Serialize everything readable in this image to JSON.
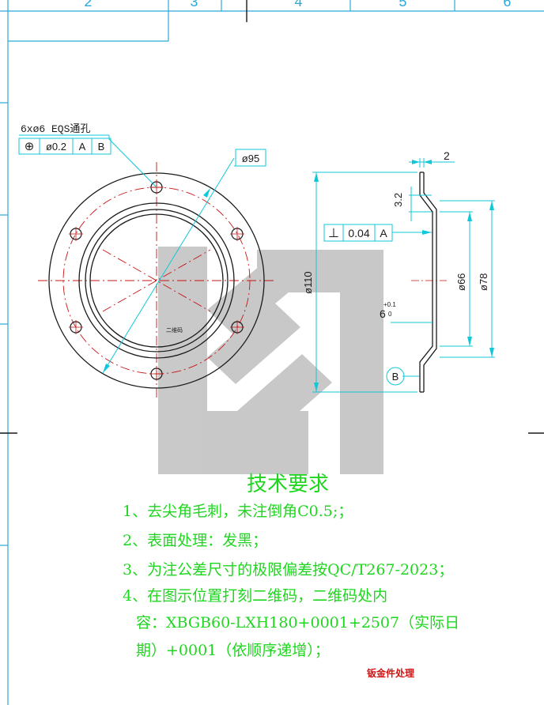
{
  "border": {
    "zones": [
      "2",
      "3",
      "4",
      "5",
      "6"
    ]
  },
  "front_view": {
    "hole_note": "6xø6 EQS通孔",
    "fcf_hole": {
      "symbol": "⊕",
      "tolerance": "ø0.2",
      "datum1": "A",
      "datum2": "B"
    },
    "dim_bolt_circle": "ø95",
    "qr_label": "二维码"
  },
  "side_view": {
    "dim_thickness": "2",
    "dim_offset": "3.2",
    "fcf_perp": {
      "symbol": "⊥",
      "tolerance": "0.04",
      "datum": "A"
    },
    "dim_outer": "ø110",
    "dim_inner": "ø66",
    "dim_flange": "ø78",
    "dim_height": "6",
    "dim_height_tol_upper": "+0.1",
    "dim_height_tol_lower": "0",
    "datum_b": "B"
  },
  "requirements": {
    "title": "技术要求",
    "items": [
      "1、去尖角毛刺，未注倒角C0.5;；",
      "2、表面处理：发黑；",
      "3、为注公差尺寸的极限偏差按QC/T267-2023；",
      "4、在图示位置打刻二维码，二维码处内",
      "容：XBGB60-LXH180+0001+2507（实际日",
      "期）+0001（依顺序递增）；"
    ]
  },
  "stamp": "钣金件处理",
  "colors": {
    "outline": "#1a1a1a",
    "dimension": "#10c8d8",
    "centerline": "#c81414",
    "requirements": "#1fd61f",
    "stamp": "#d21414",
    "frame": "#2da8d8",
    "watermark": "#b4b4b4"
  }
}
